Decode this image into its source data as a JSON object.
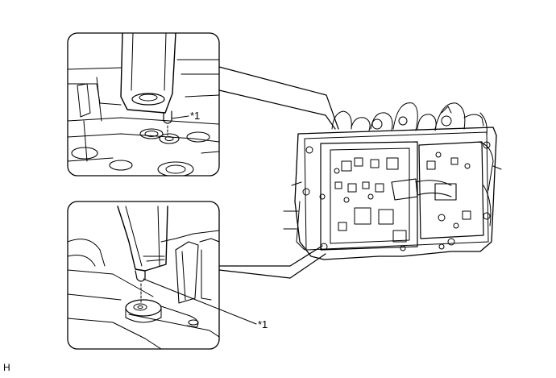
{
  "callouts": {
    "top_detail_label": "*1",
    "bottom_detail_label": "*1"
  },
  "corner_code": "H",
  "colors": {
    "line": "#000000",
    "background": "#ffffff"
  }
}
